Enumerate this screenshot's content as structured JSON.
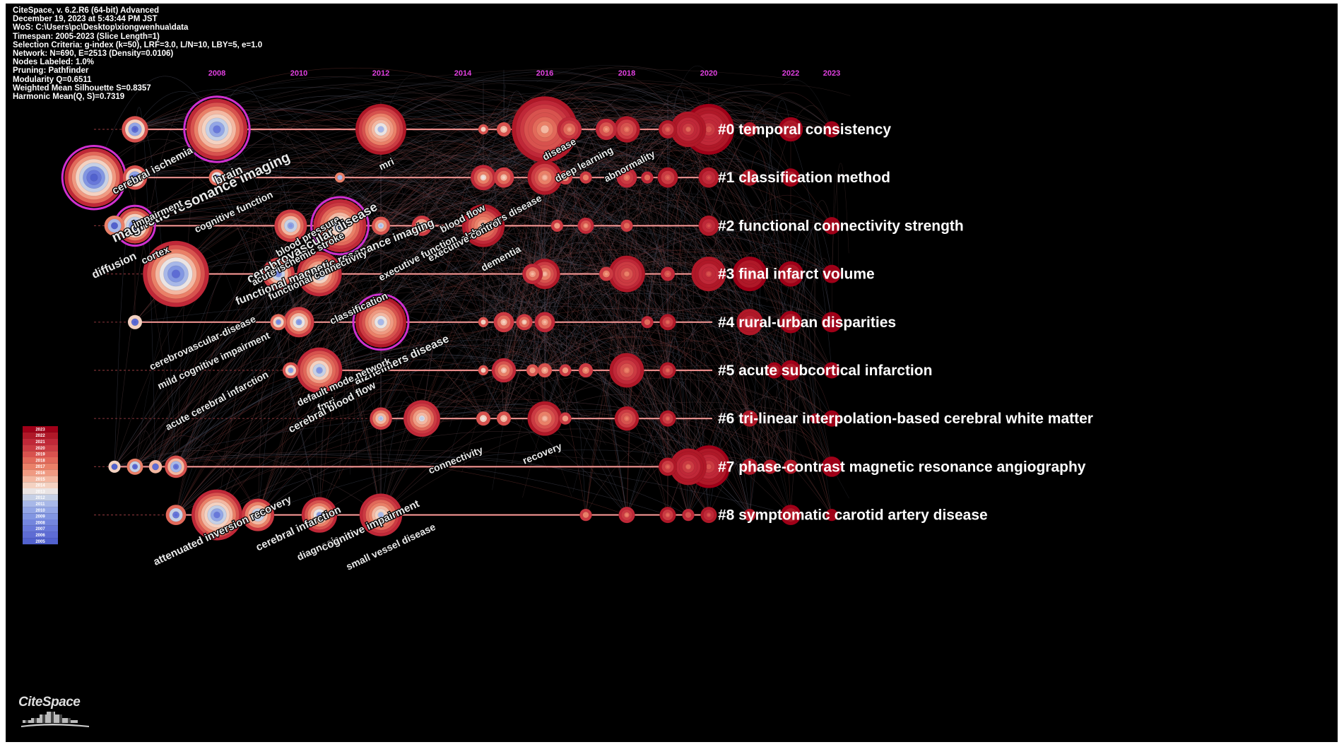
{
  "info_lines": [
    "CiteSpace, v. 6.2.R6 (64-bit) Advanced",
    "December 19, 2023 at 5:43:44 PM JST",
    "WoS: C:\\Users\\pc\\Desktop\\xiongwenhua\\data",
    "Timespan: 2005-2023 (Slice Length=1)",
    "Selection Criteria: g-index (k=50), LRF=3.0, L/N=10, LBY=5, e=1.0",
    "Network: N=690, E=2513 (Density=0.0106)",
    "Nodes Labeled: 1.0%",
    "Pruning: Pathfinder",
    "Modularity Q=0.6511",
    "Weighted Mean Silhouette S=0.8357",
    "Harmonic Mean(Q, S)=0.7319"
  ],
  "timeline": {
    "year_start": 2005,
    "year_end": 2023,
    "year_labels": [
      "2008",
      "2010",
      "2012",
      "2014",
      "2016",
      "2018",
      "2020",
      "2022",
      "2023"
    ],
    "clusters": [
      {
        "label": "#0 temporal consistency",
        "nodes": [
          {
            "year": 2006,
            "size": 2.6
          },
          {
            "year": 2008,
            "size": 6,
            "burst": true
          },
          {
            "year": 2012,
            "size": 5
          },
          {
            "year": 2014.5,
            "size": 1
          },
          {
            "year": 2015,
            "size": 1.4
          },
          {
            "year": 2016,
            "size": 6.5
          },
          {
            "year": 2016.6,
            "size": 2.4
          },
          {
            "year": 2017.5,
            "size": 2.1
          },
          {
            "year": 2018,
            "size": 2.6
          },
          {
            "year": 2019,
            "size": 1.8
          },
          {
            "year": 2019.5,
            "size": 3.5
          },
          {
            "year": 2020,
            "size": 5
          },
          {
            "year": 2021,
            "size": 1.4
          },
          {
            "year": 2022,
            "size": 2.4
          },
          {
            "year": 2023,
            "size": 1.6
          }
        ]
      },
      {
        "label": "#1 classification method",
        "nodes": [
          {
            "year": 2005,
            "size": 5.8,
            "burst": true
          },
          {
            "year": 2006,
            "size": 2.4
          },
          {
            "year": 2008,
            "size": 1.6
          },
          {
            "year": 2011,
            "size": 1
          },
          {
            "year": 2014.5,
            "size": 2.5
          },
          {
            "year": 2015,
            "size": 2
          },
          {
            "year": 2016,
            "size": 3.4
          },
          {
            "year": 2016.5,
            "size": 1.4
          },
          {
            "year": 2017,
            "size": 1.2
          },
          {
            "year": 2018,
            "size": 2
          },
          {
            "year": 2018.5,
            "size": 1.2
          },
          {
            "year": 2019,
            "size": 2
          },
          {
            "year": 2020,
            "size": 2
          },
          {
            "year": 2021,
            "size": 1.6
          },
          {
            "year": 2022,
            "size": 1.8
          }
        ]
      },
      {
        "label": "#2 functional connectivity strength",
        "nodes": [
          {
            "year": 2005.5,
            "size": 2
          },
          {
            "year": 2006,
            "size": 3.5,
            "burst": true
          },
          {
            "year": 2009.8,
            "size": 3.2
          },
          {
            "year": 2011,
            "size": 5.2,
            "burst": true
          },
          {
            "year": 2012,
            "size": 1.8
          },
          {
            "year": 2013,
            "size": 2
          },
          {
            "year": 2014.5,
            "size": 4.2
          },
          {
            "year": 2016.3,
            "size": 1.2
          },
          {
            "year": 2017,
            "size": 1.6
          },
          {
            "year": 2018,
            "size": 1.2
          },
          {
            "year": 2020,
            "size": 2
          },
          {
            "year": 2023,
            "size": 1.7
          }
        ]
      },
      {
        "label": "#3 final infarct volume",
        "nodes": [
          {
            "year": 2007,
            "size": 6.5
          },
          {
            "year": 2009.5,
            "size": 3.2
          },
          {
            "year": 2010.5,
            "size": 4.4
          },
          {
            "year": 2015.7,
            "size": 2
          },
          {
            "year": 2016,
            "size": 3
          },
          {
            "year": 2017.5,
            "size": 1.4
          },
          {
            "year": 2018,
            "size": 3.6
          },
          {
            "year": 2019,
            "size": 1.4
          },
          {
            "year": 2020,
            "size": 3.4
          },
          {
            "year": 2021,
            "size": 3.4
          },
          {
            "year": 2022,
            "size": 2.5
          },
          {
            "year": 2023,
            "size": 1.8
          }
        ]
      },
      {
        "label": "#4 rural-urban disparities",
        "nodes": [
          {
            "year": 2006,
            "size": 1.4
          },
          {
            "year": 2009.5,
            "size": 1.6
          },
          {
            "year": 2010,
            "size": 3
          },
          {
            "year": 2012,
            "size": 5,
            "burst": true
          },
          {
            "year": 2014.5,
            "size": 1
          },
          {
            "year": 2015,
            "size": 2
          },
          {
            "year": 2015.5,
            "size": 1.6
          },
          {
            "year": 2016,
            "size": 2
          },
          {
            "year": 2018.5,
            "size": 1.2
          },
          {
            "year": 2019,
            "size": 1.6
          },
          {
            "year": 2021,
            "size": 2.6
          },
          {
            "year": 2022,
            "size": 2.2
          },
          {
            "year": 2023,
            "size": 2
          }
        ]
      },
      {
        "label": "#5 acute subcortical infarction",
        "nodes": [
          {
            "year": 2009.8,
            "size": 1.6
          },
          {
            "year": 2010.5,
            "size": 4.5
          },
          {
            "year": 2014.5,
            "size": 1
          },
          {
            "year": 2015,
            "size": 2.4
          },
          {
            "year": 2015.7,
            "size": 1.2
          },
          {
            "year": 2016,
            "size": 1.4
          },
          {
            "year": 2016.5,
            "size": 1.2
          },
          {
            "year": 2017,
            "size": 1.4
          },
          {
            "year": 2018,
            "size": 3.4
          },
          {
            "year": 2019,
            "size": 1.6
          },
          {
            "year": 2021.6,
            "size": 1.6
          },
          {
            "year": 2022,
            "size": 2
          },
          {
            "year": 2023,
            "size": 1.6
          }
        ]
      },
      {
        "label": "#6 tri-linear interpolation-based cerebral white matter",
        "nodes": [
          {
            "year": 2012,
            "size": 2.2
          },
          {
            "year": 2013,
            "size": 3.6
          },
          {
            "year": 2014.5,
            "size": 1.4
          },
          {
            "year": 2015,
            "size": 1.4
          },
          {
            "year": 2016,
            "size": 3.4
          },
          {
            "year": 2016.5,
            "size": 1.2
          },
          {
            "year": 2018,
            "size": 2.4
          },
          {
            "year": 2019,
            "size": 1.6
          },
          {
            "year": 2021,
            "size": 1.6
          },
          {
            "year": 2022.6,
            "size": 1
          },
          {
            "year": 2023,
            "size": 1.6
          }
        ]
      },
      {
        "label": "#7 phase-contrast magnetic resonance angiography",
        "nodes": [
          {
            "year": 2005.5,
            "size": 1.2
          },
          {
            "year": 2006,
            "size": 1.6
          },
          {
            "year": 2006.5,
            "size": 1.3
          },
          {
            "year": 2007,
            "size": 2.2
          },
          {
            "year": 2019,
            "size": 1.8
          },
          {
            "year": 2019.5,
            "size": 3.6
          },
          {
            "year": 2020,
            "size": 4.2
          },
          {
            "year": 2021,
            "size": 1.6
          },
          {
            "year": 2021.5,
            "size": 1.4
          },
          {
            "year": 2022,
            "size": 1.4
          },
          {
            "year": 2023,
            "size": 2
          }
        ]
      },
      {
        "label": "#8 symptomatic carotid artery disease",
        "nodes": [
          {
            "year": 2007,
            "size": 2
          },
          {
            "year": 2008,
            "size": 5
          },
          {
            "year": 2009,
            "size": 3.2
          },
          {
            "year": 2010.5,
            "size": 3.5
          },
          {
            "year": 2012,
            "size": 4.2
          },
          {
            "year": 2017,
            "size": 1.2
          },
          {
            "year": 2018,
            "size": 1.6
          },
          {
            "year": 2019,
            "size": 1.6
          },
          {
            "year": 2019.5,
            "size": 1.2
          },
          {
            "year": 2020,
            "size": 1.6
          },
          {
            "year": 2021,
            "size": 1.2
          },
          {
            "year": 2022,
            "size": 2
          },
          {
            "year": 2023,
            "size": 1.2
          }
        ]
      }
    ],
    "terms": [
      {
        "text": "cerebral ischemia",
        "year": 2005.5,
        "row": 1.35,
        "angle": -28,
        "size": 15
      },
      {
        "text": "magnetic resonance imaging",
        "year": 2005.5,
        "row": 2.35,
        "angle": -25,
        "size": 20
      },
      {
        "text": "brain",
        "year": 2008,
        "row": 1.15,
        "angle": -25,
        "size": 17
      },
      {
        "text": "impairment",
        "year": 2006,
        "row": 2.05,
        "angle": -25,
        "size": 14
      },
      {
        "text": "cognitive function",
        "year": 2007.5,
        "row": 2.15,
        "angle": -25,
        "size": 14
      },
      {
        "text": "diffusion",
        "year": 2005,
        "row": 3.1,
        "angle": -25,
        "size": 16
      },
      {
        "text": "cortex",
        "year": 2006.2,
        "row": 2.8,
        "angle": -25,
        "size": 14
      },
      {
        "text": "mri",
        "year": 2012,
        "row": 0.85,
        "angle": -25,
        "size": 14
      },
      {
        "text": "disease",
        "year": 2016,
        "row": 0.65,
        "angle": -28,
        "size": 14
      },
      {
        "text": "deep learning",
        "year": 2016.3,
        "row": 1.1,
        "angle": -28,
        "size": 14
      },
      {
        "text": "abnormality",
        "year": 2017.5,
        "row": 1.1,
        "angle": -28,
        "size": 14
      },
      {
        "text": "blood pressure",
        "year": 2009.5,
        "row": 2.65,
        "angle": -30,
        "size": 14
      },
      {
        "text": "cerebrovascular disease",
        "year": 2008.8,
        "row": 3.2,
        "angle": -30,
        "size": 18
      },
      {
        "text": "acute ischemic stroke",
        "year": 2008.9,
        "row": 3.25,
        "angle": -28,
        "size": 14
      },
      {
        "text": "functional magnetic resonance imaging",
        "year": 2008.5,
        "row": 3.65,
        "angle": -22,
        "size": 16
      },
      {
        "text": "functional connectivity",
        "year": 2009.3,
        "row": 3.55,
        "angle": -25,
        "size": 14
      },
      {
        "text": "blood flow",
        "year": 2013.5,
        "row": 2.15,
        "angle": -28,
        "size": 14
      },
      {
        "text": "alzheimers disease",
        "year": 2014,
        "row": 2.35,
        "angle": -28,
        "size": 14
      },
      {
        "text": "executive control",
        "year": 2013.2,
        "row": 2.75,
        "angle": -28,
        "size": 14
      },
      {
        "text": "executive function",
        "year": 2012,
        "row": 3.15,
        "angle": -28,
        "size": 14
      },
      {
        "text": "dementia",
        "year": 2014.5,
        "row": 2.95,
        "angle": -28,
        "size": 14
      },
      {
        "text": "classification",
        "year": 2010.8,
        "row": 4.05,
        "angle": -25,
        "size": 14
      },
      {
        "text": "cerebrovascular-disease",
        "year": 2006.4,
        "row": 5.0,
        "angle": -25,
        "size": 14
      },
      {
        "text": "mild cognitive impairment",
        "year": 2006.6,
        "row": 5.4,
        "angle": -25,
        "size": 14
      },
      {
        "text": "alzheimers disease",
        "year": 2011.4,
        "row": 5.3,
        "angle": -25,
        "size": 16
      },
      {
        "text": "default mode network",
        "year": 2010,
        "row": 5.75,
        "angle": -25,
        "size": 14
      },
      {
        "text": "fmri",
        "year": 2010.5,
        "row": 5.85,
        "angle": -25,
        "size": 14
      },
      {
        "text": "acute cerebral infarction",
        "year": 2006.8,
        "row": 6.25,
        "angle": -28,
        "size": 14
      },
      {
        "text": "cerebral blood flow",
        "year": 2009.8,
        "row": 6.3,
        "angle": -28,
        "size": 15
      },
      {
        "text": "connectivity",
        "year": 2013.2,
        "row": 7.15,
        "angle": -22,
        "size": 14
      },
      {
        "text": "recovery",
        "year": 2015.5,
        "row": 6.95,
        "angle": -22,
        "size": 14
      },
      {
        "text": "attenuated inversion recovery",
        "year": 2006.5,
        "row": 9.05,
        "angle": -25,
        "size": 15
      },
      {
        "text": "cerebral infarction",
        "year": 2009,
        "row": 8.75,
        "angle": -25,
        "size": 15
      },
      {
        "text": "diagnosis",
        "year": 2010,
        "row": 8.95,
        "angle": -25,
        "size": 14
      },
      {
        "text": "cognitive impairment",
        "year": 2010.6,
        "row": 8.75,
        "angle": -25,
        "size": 15
      },
      {
        "text": "small vessel disease",
        "year": 2011.2,
        "row": 9.15,
        "angle": -25,
        "size": 14
      }
    ]
  },
  "legend_years": [
    "2023",
    "2022",
    "2021",
    "2020",
    "2019",
    "2018",
    "2017",
    "2016",
    "2015",
    "2014",
    "2013",
    "2012",
    "2011",
    "2010",
    "2009",
    "2008",
    "2007",
    "2006",
    "2005"
  ],
  "legend_colors": [
    "#a00018",
    "#b01828",
    "#c02838",
    "#cc3a42",
    "#d8524e",
    "#e2695a",
    "#ea8068",
    "#f09a82",
    "#f4b8a2",
    "#f4d2c2",
    "#eae4e4",
    "#c6d0e6",
    "#a8b8e8",
    "#93a6e6",
    "#8296e2",
    "#7486de",
    "#6878da",
    "#5e6cd4",
    "#5262ce"
  ],
  "logo_text": "CiteSpace"
}
